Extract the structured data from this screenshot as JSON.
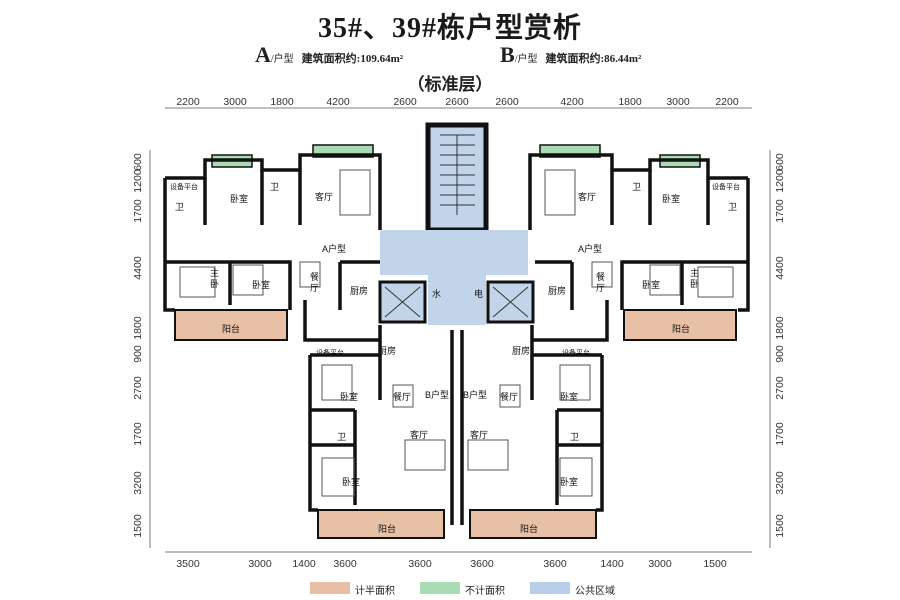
{
  "title": "35#、39#栋户型赏析",
  "unit_a": {
    "letter": "A",
    "sub": "/户型",
    "area": "建筑面积约:109.64m²"
  },
  "unit_b": {
    "letter": "B",
    "sub": "/户型",
    "area": "建筑面积约:86.44m²"
  },
  "floor_label": "（标准层）",
  "top_dims": [
    "2200",
    "3000",
    "1800",
    "4200",
    "2600",
    "2600",
    "2600",
    "4200",
    "1800",
    "3000",
    "2200"
  ],
  "bottom_dims": [
    "3500",
    "3000",
    "1400",
    "3600",
    "3600",
    "3600",
    "3600",
    "1400",
    "3000",
    "1500"
  ],
  "left_dims": [
    "600",
    "1200",
    "1700",
    "4400",
    "1800",
    "900",
    "2700",
    "1700",
    "3200",
    "1500"
  ],
  "right_dims": [
    "600",
    "1200",
    "1700",
    "4400",
    "1800",
    "900",
    "2700",
    "1700",
    "3200",
    "1500"
  ],
  "rooms": {
    "bedroom": "卧室",
    "master": "主卧",
    "bath": "卫",
    "living": "客厅",
    "dining": "餐厅",
    "kitchen": "厨房",
    "balcony": "阳台",
    "equip": "设备平台",
    "unit_a_label": "A户型",
    "unit_b_label": "B户型",
    "water": "水",
    "elec": "电"
  },
  "legend": [
    {
      "label": "计半面积",
      "color": "#e8bfa4"
    },
    {
      "label": "不计面积",
      "color": "#a9dcb5"
    },
    {
      "label": "公共区域",
      "color": "#b8cde8"
    }
  ],
  "colors": {
    "wall": "#111111",
    "public": "#c2d4ea",
    "half": "#e7c0a6",
    "excluded": "#a9dcb5"
  }
}
